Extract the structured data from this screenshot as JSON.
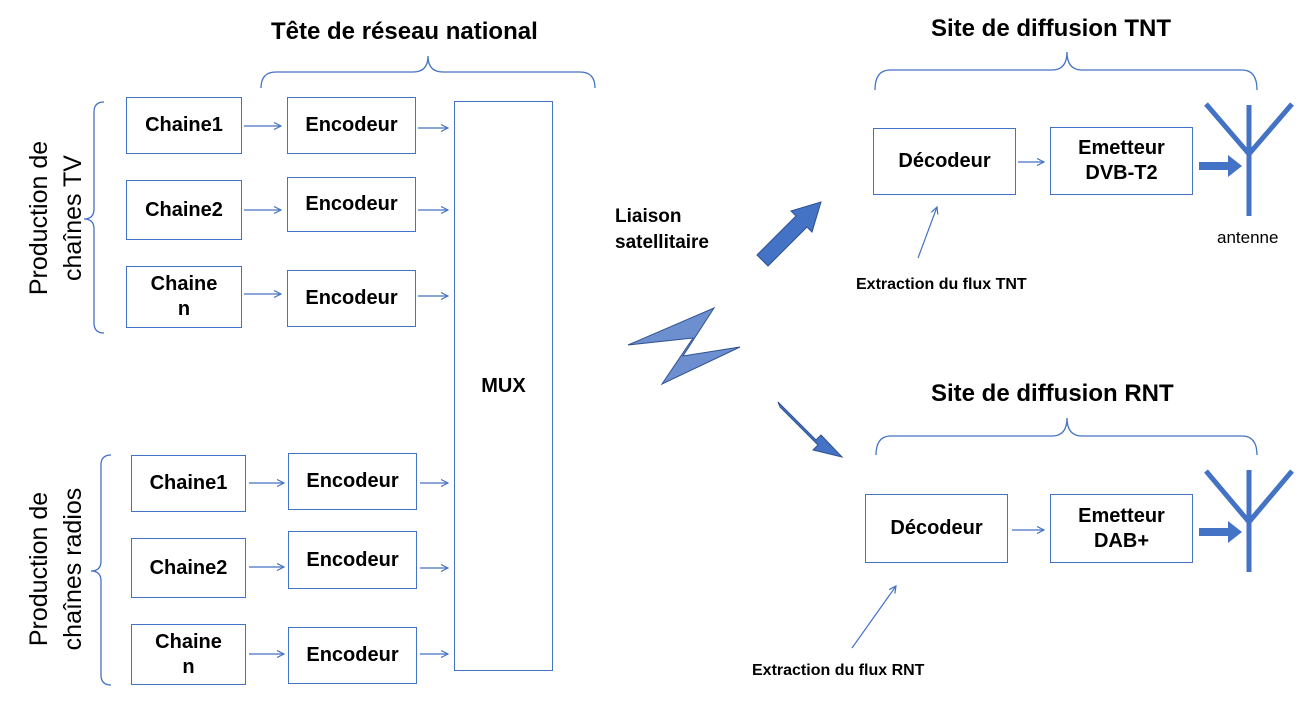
{
  "headings": {
    "head_end": "Tête de réseau national",
    "site_tnt": "Site de diffusion TNT",
    "site_rnt": "Site de diffusion RNT"
  },
  "side_labels": {
    "tv": "Production de\nchaînes TV",
    "radio": "Production de\nchaînes radios"
  },
  "tv_channels": [
    "Chaine1",
    "Chaine2",
    "Chaine\nn"
  ],
  "radio_channels": [
    "Chaine1",
    "Chaine2",
    "Chaine\nn"
  ],
  "encoder_label": "Encodeur",
  "mux_label": "MUX",
  "satellite_label": "Liaison\nsatellitaire",
  "tnt": {
    "decoder": "Décodeur",
    "transmitter": "Emetteur\nDVB-T2",
    "antenna": "antenne",
    "extraction": "Extraction du flux TNT"
  },
  "rnt": {
    "decoder": "Décodeur",
    "transmitter": "Emetteur\nDAB+",
    "extraction": "Extraction du flux RNT"
  },
  "colors": {
    "accent": "#4472c4",
    "text": "#000000"
  }
}
